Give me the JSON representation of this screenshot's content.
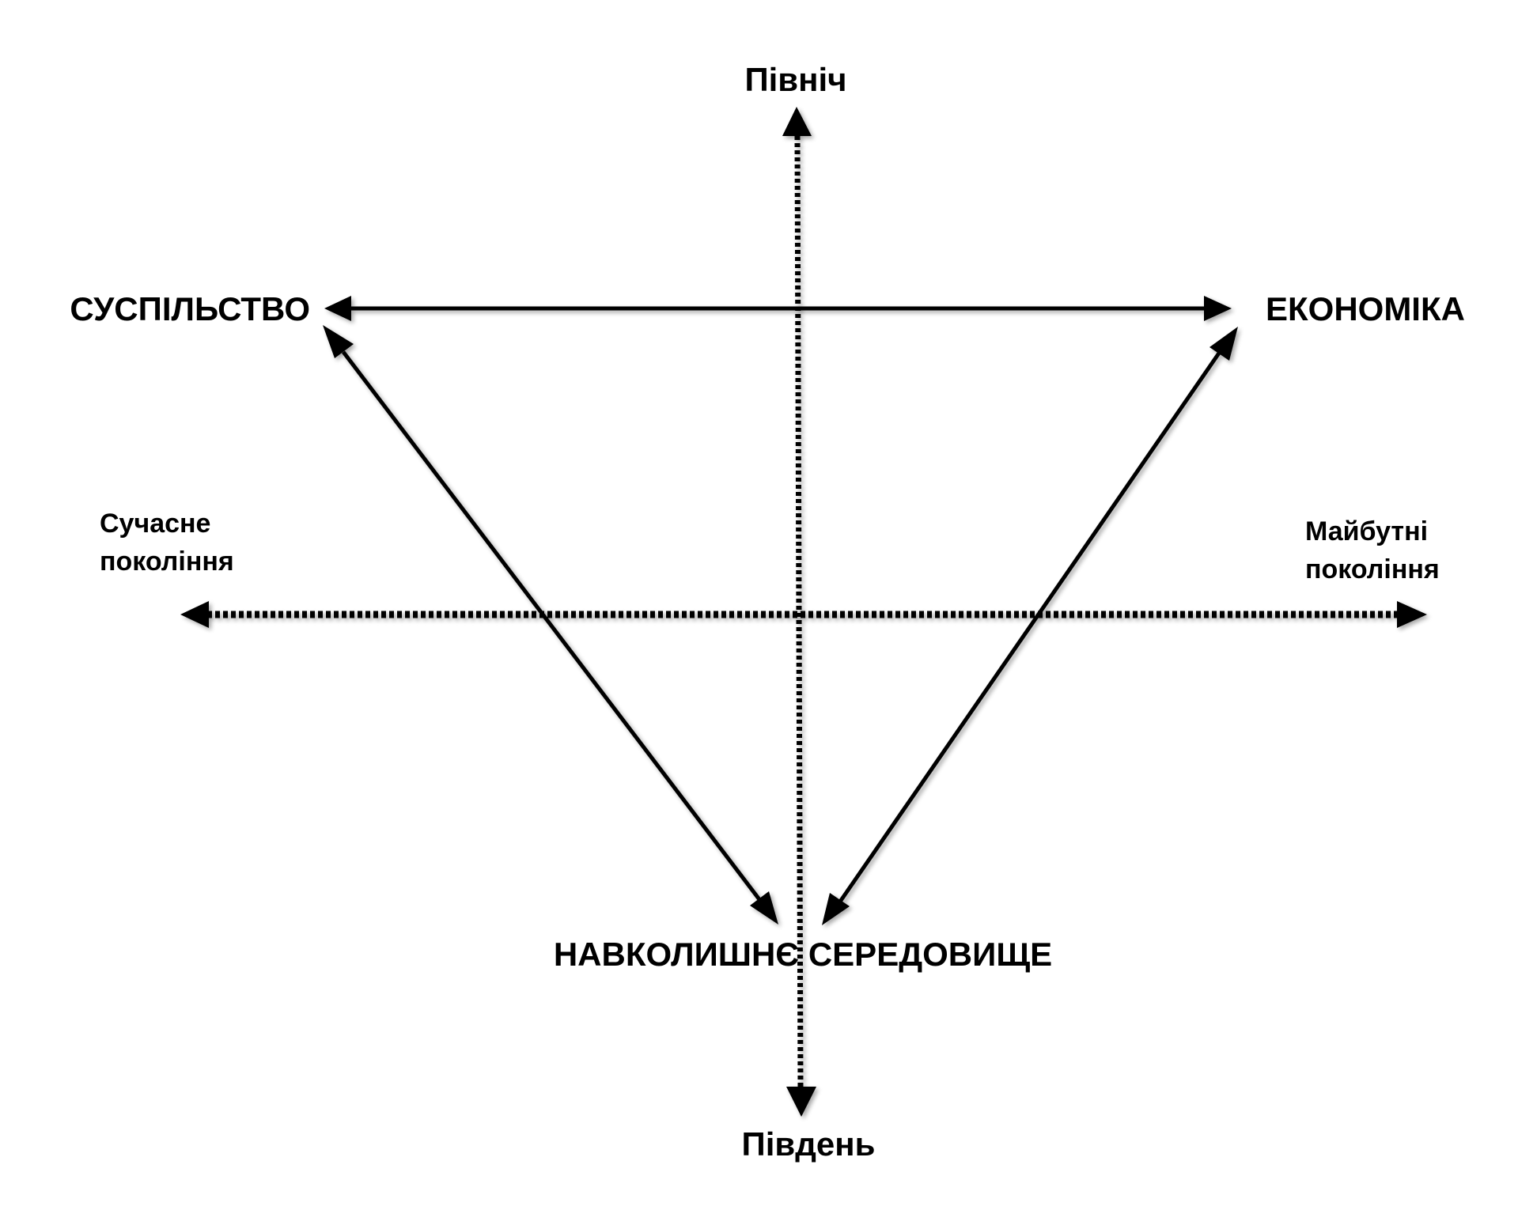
{
  "diagram": {
    "nodes": {
      "society": "СУСПІЛЬСТВО",
      "economy": "ЕКОНОМІКА",
      "environment": "НАВКОЛИШНЄ СЕРЕДОВИЩЕ"
    },
    "axes": {
      "north": "Північ",
      "south": "Південь",
      "current_generation_line1": "Сучасне",
      "current_generation_line2": "покоління",
      "future_generations_line1": "Майбутні",
      "future_generations_line2": "покоління"
    },
    "colors": {
      "stroke": "#000000",
      "background": "#ffffff"
    }
  }
}
